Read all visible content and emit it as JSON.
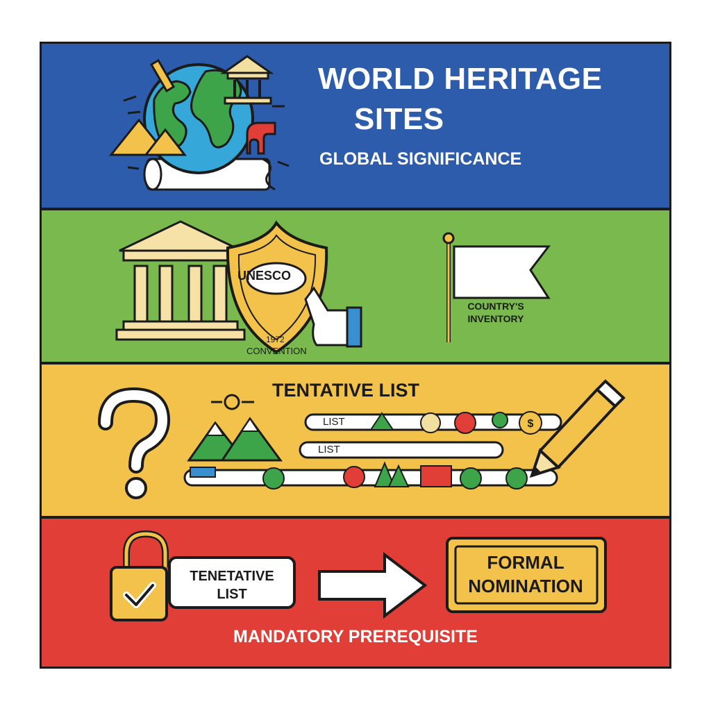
{
  "colors": {
    "blue": "#2c5cab",
    "green": "#79b94d",
    "yellow": "#f3c24a",
    "red": "#e03e36",
    "outline": "#1b1b1b"
  },
  "header": {
    "title_line1": "WORLD HERITAGE",
    "title_line2": "SITES",
    "subtitle": "GLOBAL SIGNIFICANCE",
    "icons": [
      "globe-icon",
      "pyramids-icon",
      "temple-icon",
      "scroll-icon",
      "arch-icon"
    ]
  },
  "convention": {
    "shield_title": "UNESCO",
    "year": "1972",
    "label": "CONVENTION",
    "flag_line1": "COUNTRY'S",
    "flag_line2": "INVENTORY",
    "icons": [
      "classical-building-icon",
      "shield-icon",
      "hand-icon",
      "flag-icon"
    ]
  },
  "tentative": {
    "title": "TENTATIVE LIST",
    "list_label_1": "LIST",
    "list_label_2": "LIST",
    "icons": [
      "question-mark-icon",
      "mountains-icon",
      "pencil-icon"
    ]
  },
  "prerequisite": {
    "box_line1": "TENETATIVE",
    "box_line2": "LIST",
    "nomination_line1": "FORMAL",
    "nomination_line2": "NOMINATION",
    "caption": "MANDATORY PREREQUISITE",
    "icons": [
      "padlock-check-icon",
      "arrow-right-icon"
    ]
  }
}
